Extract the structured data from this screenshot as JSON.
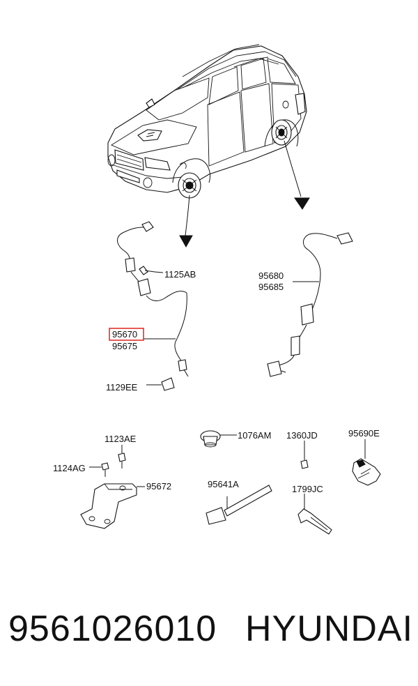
{
  "callouts": {
    "c1125AB": "1125AB",
    "c95670": "95670",
    "c95675": "95675",
    "c1129EE": "1129EE",
    "c95680": "95680",
    "c95685": "95685",
    "c1123AE": "1123AE",
    "c1124AG": "1124AG",
    "c95672": "95672",
    "c1076AM": "1076AM",
    "c95641A": "95641A",
    "c1360JD": "1360JD",
    "c1799JC": "1799JC",
    "c95690E": "95690E"
  },
  "highlight_color": "#e0312c",
  "footer": {
    "part_number": "9561026010",
    "brand": "HYUNDAI"
  }
}
